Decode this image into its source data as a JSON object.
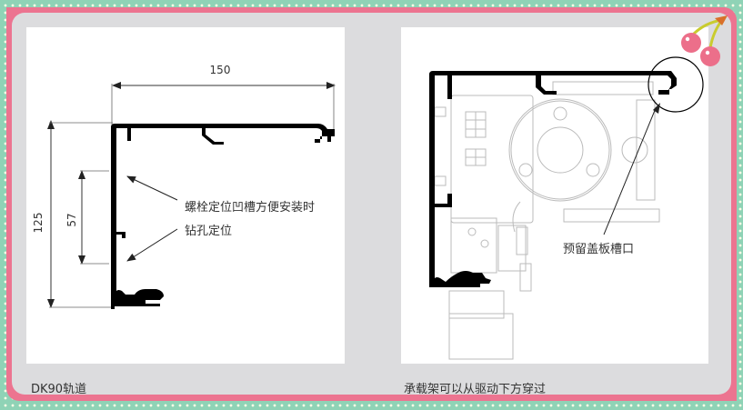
{
  "colors": {
    "background_pattern": "#8fd3b6",
    "dot": "#fffbe6",
    "frame": "#ec7490",
    "inner": "#dcdcde",
    "panel": "#ffffff",
    "profile": "#000000",
    "cherry": "#ec6f8a",
    "stem": "#c9cc2e",
    "leaf": "#d9702a"
  },
  "left_panel": {
    "caption": "DK90轨道",
    "dimensions": {
      "width": "150",
      "height": "125",
      "slot_spacing": "57"
    },
    "annotations": [
      "螺栓定位凹槽方便安装时",
      "钻孔定位"
    ]
  },
  "right_panel": {
    "caption": "承载架可以从驱动下方穿过",
    "annotations": [
      "预留盖板槽口"
    ]
  },
  "decoration": {
    "icon": "cherry-icon"
  }
}
